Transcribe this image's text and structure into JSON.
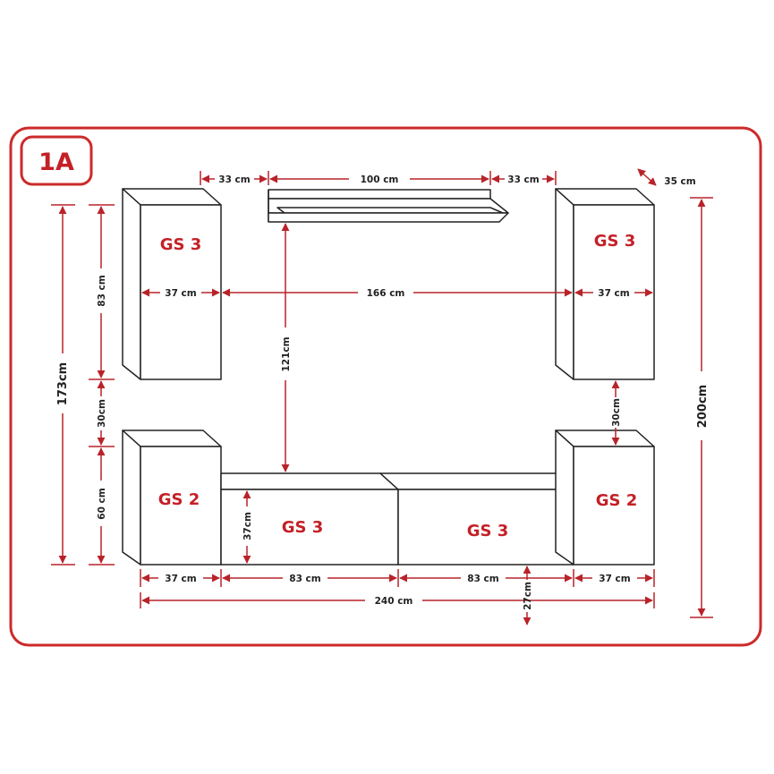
{
  "colors": {
    "frame": "#cc2a2a",
    "dimension": "#b8232a",
    "label": "#c42027",
    "outline": "#222222"
  },
  "badge": {
    "text": "1A"
  },
  "units": {
    "wall_left": "GS 3",
    "wall_right": "GS 3",
    "floor_left": "GS 2",
    "lowboard_left": "GS 3",
    "lowboard_right": "GS 3",
    "floor_right": "GS 2"
  },
  "dimensions": {
    "shelf_gap_left": "33 cm",
    "shelf_width": "100 cm",
    "shelf_gap_right": "33 cm",
    "depth": "35 cm",
    "wall_left_width": "37 cm",
    "wall_gap": "166 cm",
    "wall_right_width": "37 cm",
    "wall_height": "83 cm",
    "total_left_height": "173cm",
    "floor_gap_left": "30cm",
    "floor_gap_right": "30cm",
    "floor_height": "60 cm",
    "shelf_to_lowboard": "121cm",
    "lowboard_height": "37cm",
    "total_height": "200cm",
    "bottom_left_width": "37 cm",
    "bottom_mid_left": "83 cm",
    "bottom_mid_right": "83 cm",
    "bottom_right_width": "37 cm",
    "total_width": "240 cm",
    "floor_clearance": "27cm"
  }
}
